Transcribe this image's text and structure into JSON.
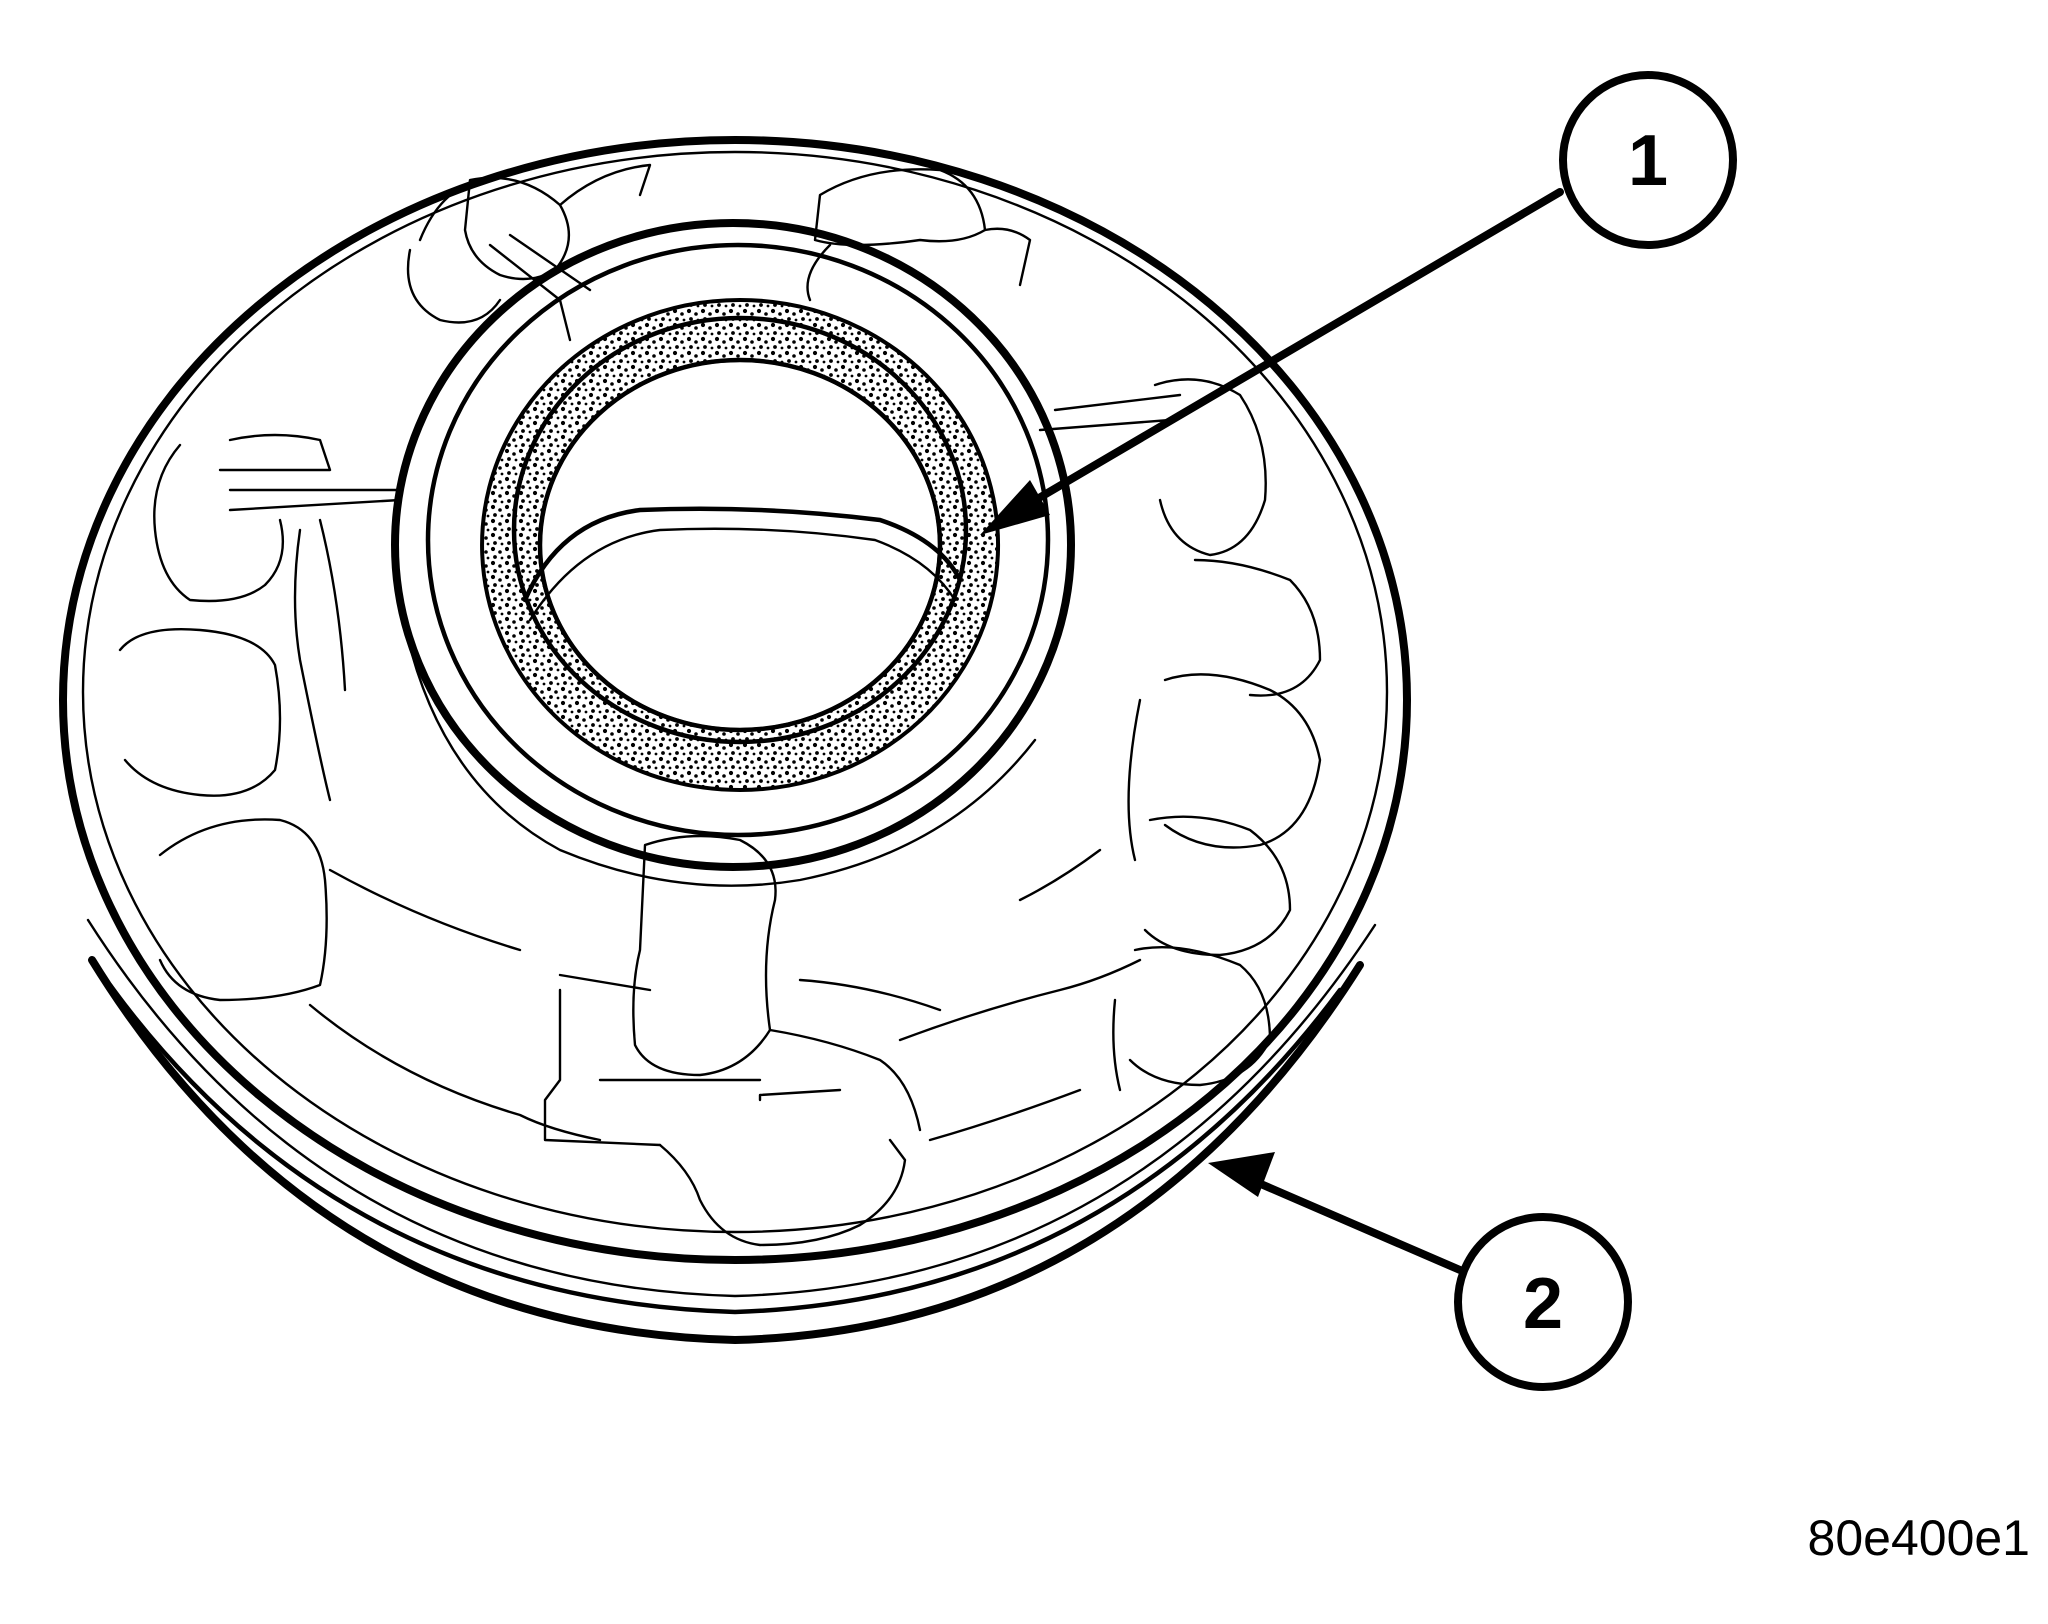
{
  "callouts": [
    {
      "number": "1"
    },
    {
      "number": "2"
    }
  ],
  "figure_id": "80e400e1",
  "colors": {
    "line": "#000000",
    "background": "#ffffff"
  }
}
